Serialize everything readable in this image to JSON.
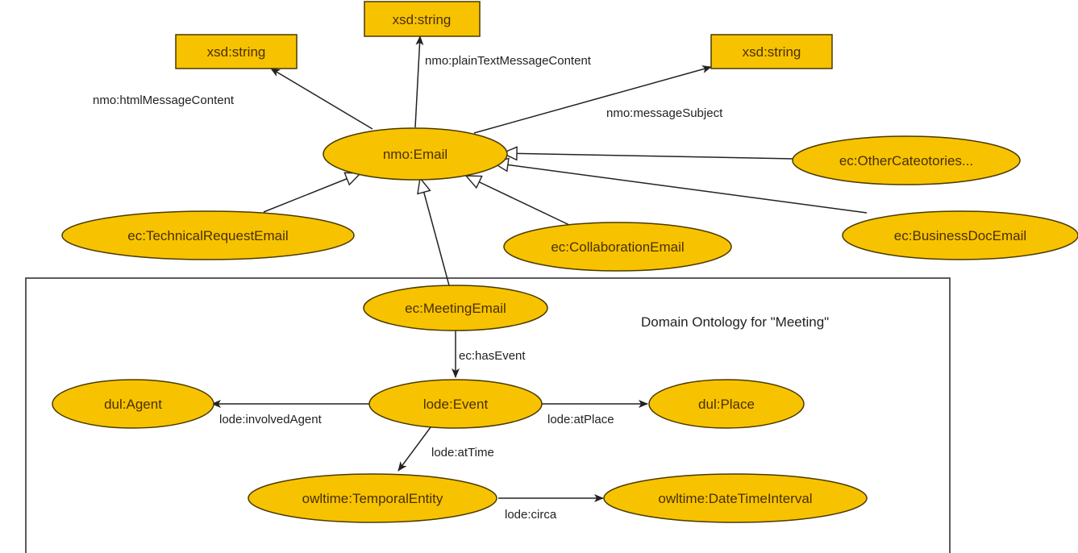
{
  "diagram": {
    "frame": {
      "title": "Domain Ontology for \"Meeting\""
    },
    "nodes": [
      {
        "id": "str1",
        "label": "xsd:string",
        "shape": "rect"
      },
      {
        "id": "str2",
        "label": "xsd:string",
        "shape": "rect"
      },
      {
        "id": "str3",
        "label": "xsd:string",
        "shape": "rect"
      },
      {
        "id": "email",
        "label": "nmo:Email",
        "shape": "ellipse"
      },
      {
        "id": "other",
        "label": "ec:OtherCateotories...",
        "shape": "ellipse"
      },
      {
        "id": "tech",
        "label": "ec:TechnicalRequestEmail",
        "shape": "ellipse"
      },
      {
        "id": "collab",
        "label": "ec:CollaborationEmail",
        "shape": "ellipse"
      },
      {
        "id": "biz",
        "label": "ec:BusinessDocEmail",
        "shape": "ellipse"
      },
      {
        "id": "meeting",
        "label": "ec:MeetingEmail",
        "shape": "ellipse"
      },
      {
        "id": "event",
        "label": "lode:Event",
        "shape": "ellipse"
      },
      {
        "id": "agent",
        "label": "dul:Agent",
        "shape": "ellipse"
      },
      {
        "id": "place",
        "label": "dul:Place",
        "shape": "ellipse"
      },
      {
        "id": "temporal",
        "label": "owltime:TemporalEntity",
        "shape": "ellipse"
      },
      {
        "id": "interval",
        "label": "owltime:DateTimeInterval",
        "shape": "ellipse"
      }
    ],
    "edges": [
      {
        "from": "email",
        "to": "str1",
        "label": "nmo:htmlMessageContent",
        "type": "property"
      },
      {
        "from": "email",
        "to": "str2",
        "label": "nmo:plainTextMessageContent",
        "type": "property"
      },
      {
        "from": "email",
        "to": "str3",
        "label": "nmo:messageSubject",
        "type": "property"
      },
      {
        "from": "other",
        "to": "email",
        "label": "",
        "type": "subclass"
      },
      {
        "from": "biz",
        "to": "email",
        "label": "",
        "type": "subclass"
      },
      {
        "from": "collab",
        "to": "email",
        "label": "",
        "type": "subclass"
      },
      {
        "from": "tech",
        "to": "email",
        "label": "",
        "type": "subclass"
      },
      {
        "from": "meeting",
        "to": "email",
        "label": "",
        "type": "subclass"
      },
      {
        "from": "meeting",
        "to": "event",
        "label": "ec:hasEvent",
        "type": "property"
      },
      {
        "from": "event",
        "to": "agent",
        "label": "lode:involvedAgent",
        "type": "property"
      },
      {
        "from": "event",
        "to": "place",
        "label": "lode:atPlace",
        "type": "property"
      },
      {
        "from": "event",
        "to": "temporal",
        "label": "lode:atTime",
        "type": "property"
      },
      {
        "from": "temporal",
        "to": "interval",
        "label": "lode:circa",
        "type": "property"
      }
    ],
    "colors": {
      "node_fill": "#f7c300",
      "node_stroke": "#4a3a00",
      "edge": "#222222"
    }
  }
}
